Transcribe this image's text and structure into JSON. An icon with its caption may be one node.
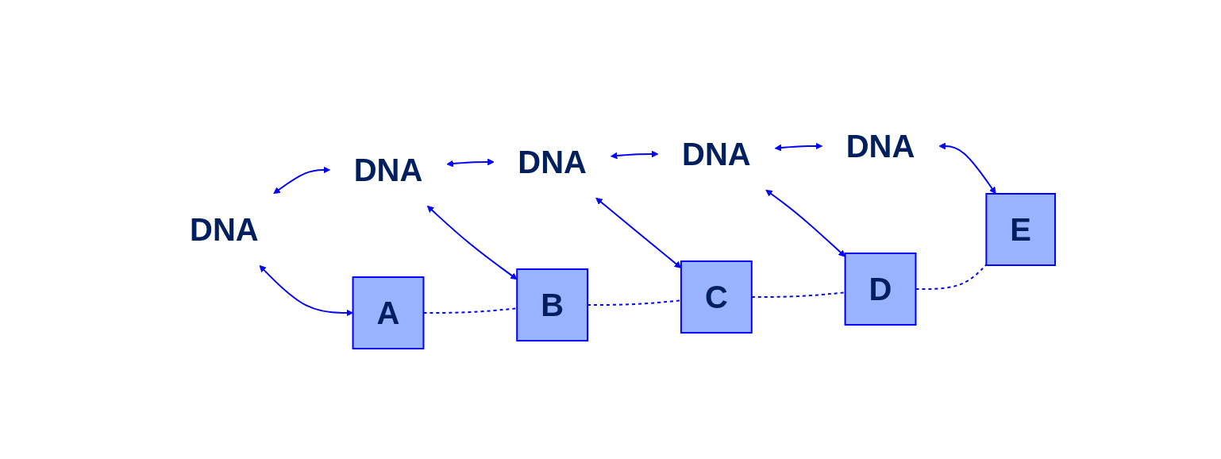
{
  "diagram": {
    "nodes": [
      {
        "text": [
          "DNA"
        ]
      },
      {
        "text": [
          "DNA"
        ]
      },
      {
        "text": [
          "DNA"
        ]
      },
      {
        "text": [
          "DNA"
        ]
      },
      {
        "text": [
          "DNA"
        ]
      },
      {
        "text": [
          "A"
        ]
      },
      {
        "text": [
          "B"
        ]
      },
      {
        "text": [
          "C"
        ]
      },
      {
        "text": [
          "D"
        ]
      },
      {
        "text": [
          "E"
        ]
      }
    ],
    "edges": [
      {
        "from": 0,
        "to": 1,
        "arrow": "both"
      },
      {
        "from": 1,
        "to": 2,
        "arrow": "both"
      },
      {
        "from": 2,
        "to": 3,
        "arrow": "both"
      },
      {
        "from": 3,
        "to": 4,
        "arrow": "both"
      },
      {
        "from": 0,
        "to": 5,
        "arrow": "both"
      },
      {
        "from": 1,
        "to": 6,
        "arrow": "both"
      },
      {
        "from": 2,
        "to": 7,
        "arrow": "both"
      },
      {
        "from": 3,
        "to": 8,
        "arrow": "both"
      },
      {
        "from": 4,
        "to": 9,
        "arrow": "both"
      },
      {
        "from": 5,
        "to": 6,
        "arrow": "none",
        "style": "dashed"
      },
      {
        "from": 6,
        "to": 7,
        "arrow": "none",
        "style": "dashed"
      },
      {
        "from": 7,
        "to": 8,
        "arrow": "none",
        "style": "dashed"
      },
      {
        "from": 8,
        "to": 9,
        "arrow": "none",
        "style": "dashed"
      }
    ]
  }
}
